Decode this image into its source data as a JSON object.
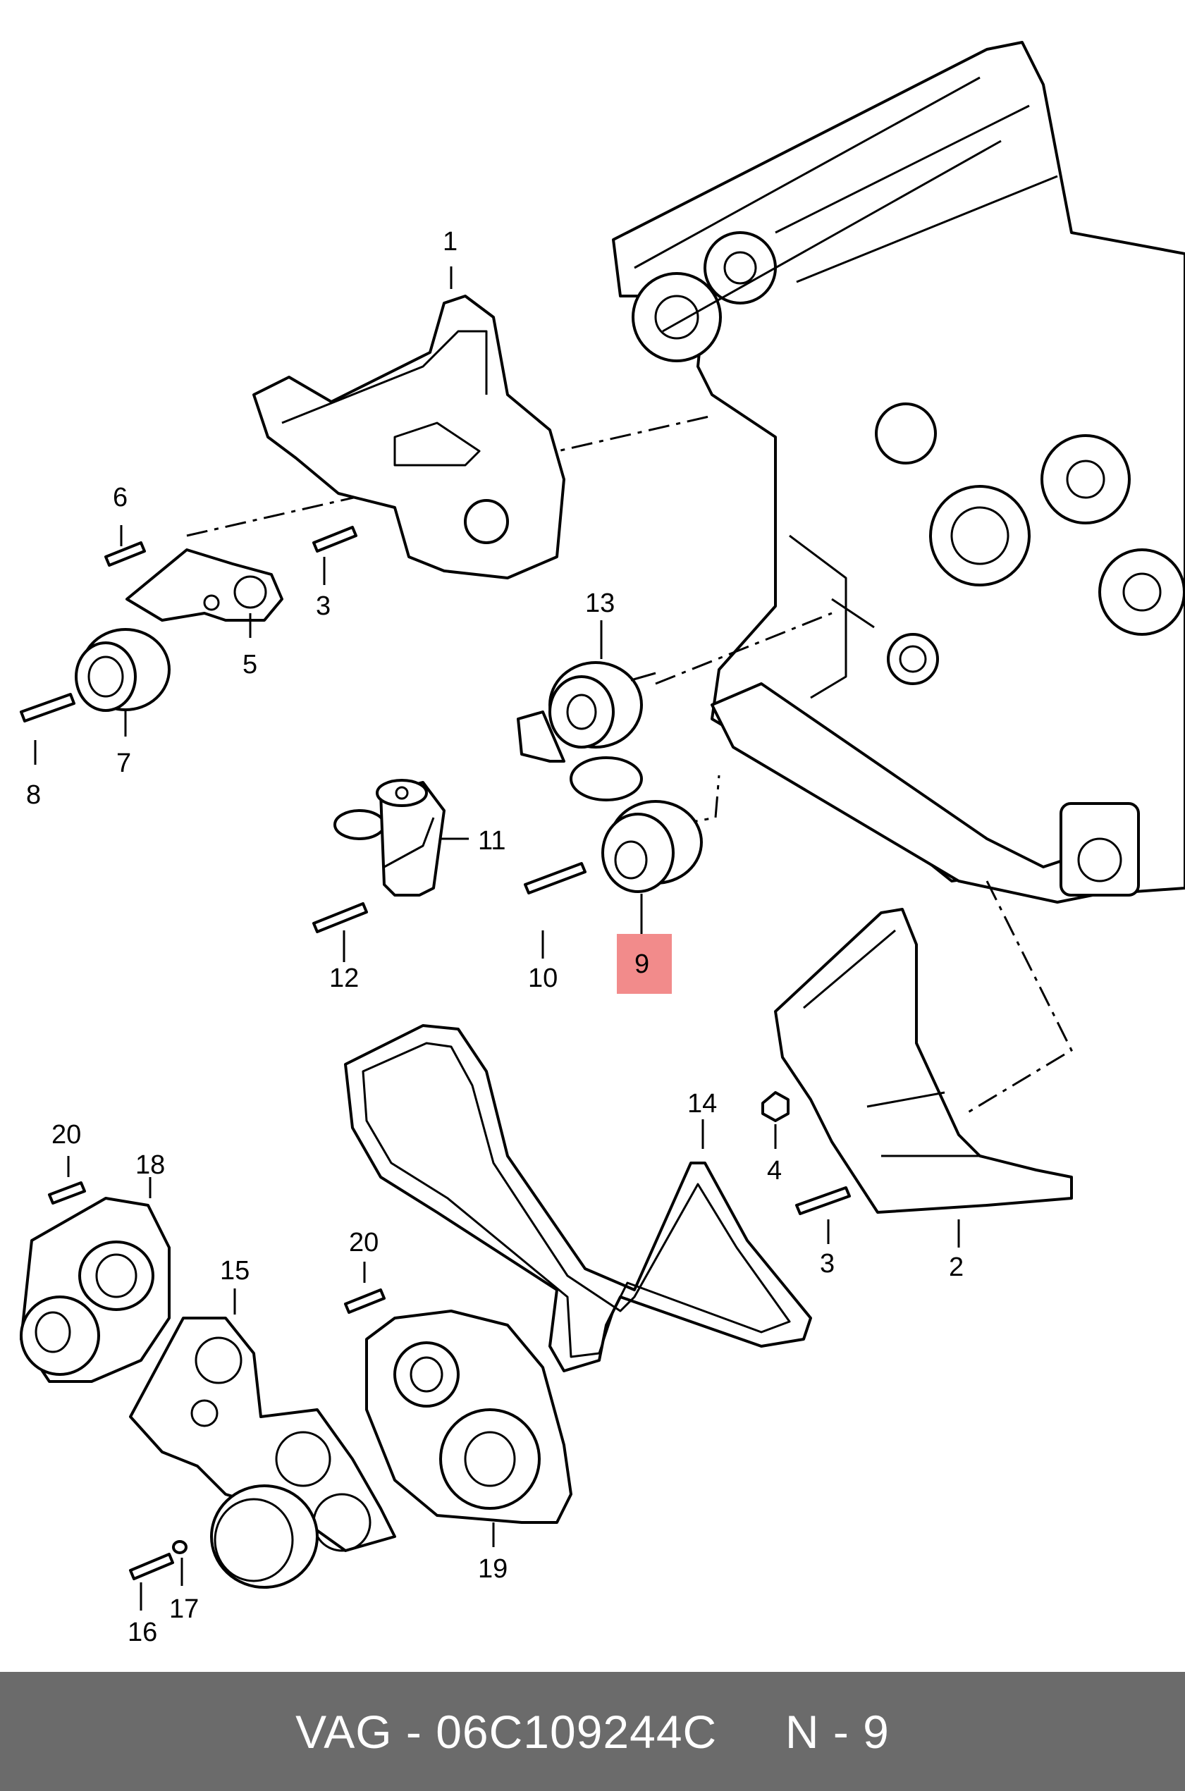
{
  "diagram": {
    "callouts": {
      "c1": "1",
      "c2": "2",
      "c3a": "3",
      "c3b": "3",
      "c4": "4",
      "c5": "5",
      "c6": "6",
      "c7": "7",
      "c8": "8",
      "c9": "9",
      "c10": "10",
      "c11": "11",
      "c12": "12",
      "c13": "13",
      "c14": "14",
      "c15": "15",
      "c16": "16",
      "c17": "17",
      "c18": "18",
      "c19": "19",
      "c20a": "20",
      "c20b": "20"
    },
    "highlighted_callout": "9",
    "highlight_color": "#f28b8b"
  },
  "footer": {
    "brand": "VAG",
    "part_number": "06C109244C",
    "position": "N - 9",
    "text": "VAG - 06C109244C     N - 9",
    "background_color": "#6b6b6b"
  }
}
